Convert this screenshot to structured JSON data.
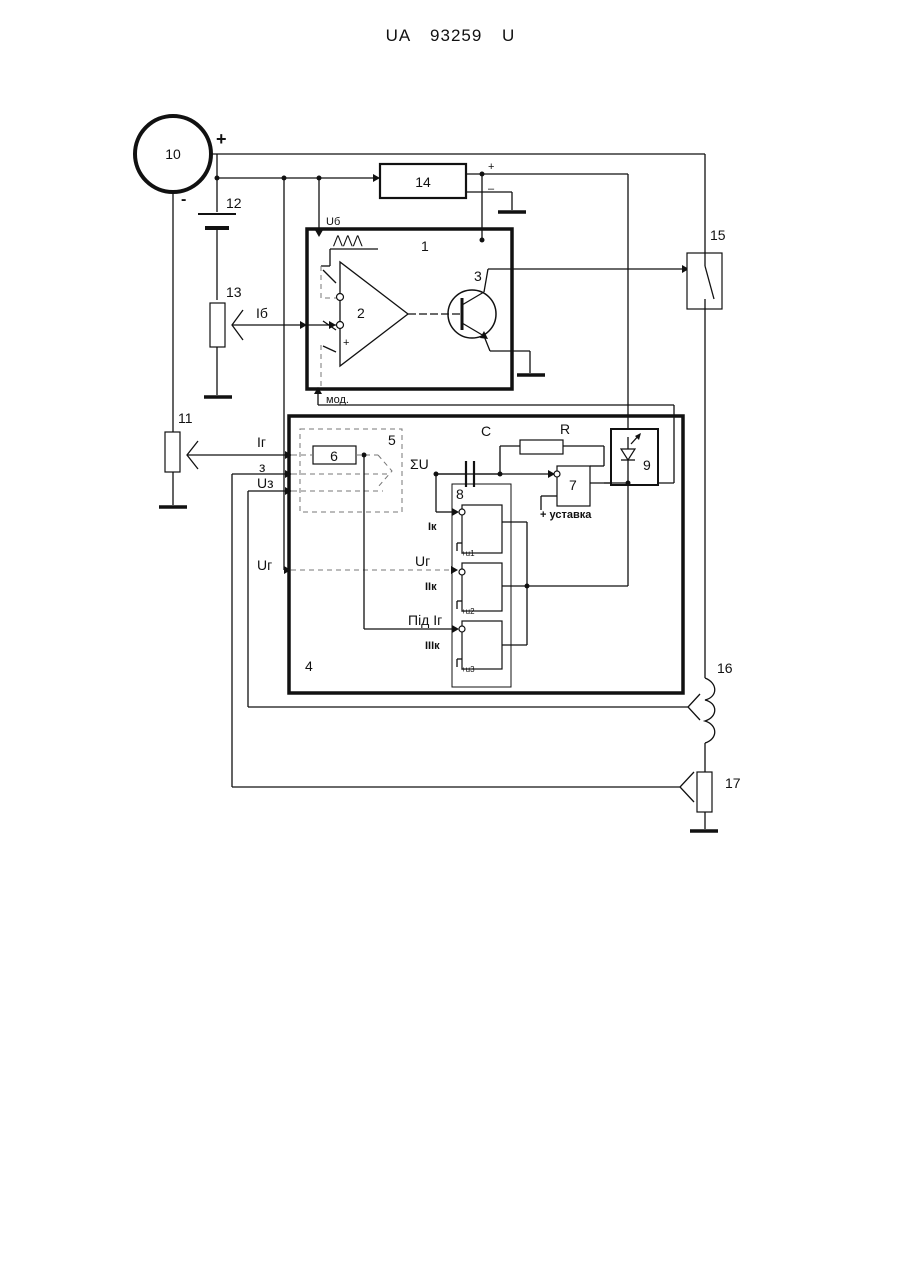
{
  "header": {
    "doc_number": "UA   93259   U"
  },
  "diagram": {
    "components": {
      "generator": "10",
      "battery": "12",
      "shunt": "13",
      "block_14": "14",
      "regulator": "1",
      "opamp": "2",
      "transistor": "3",
      "relay": "15",
      "resistor_11": "11",
      "controller": "4",
      "summer": "5",
      "block_6": "6",
      "comparator": "7",
      "comparator_group": "8",
      "indicator": "9",
      "coil": "16",
      "resistor_17": "17"
    },
    "labels": {
      "plus": "+",
      "minus": "-",
      "small_plus": "+",
      "small_minus": "–",
      "ub": "Uб",
      "ib": "Iб",
      "ig": "Iг",
      "three": "з",
      "uz": "Uз",
      "ug": "Uг",
      "sum_u": "ΣU",
      "cap": "C",
      "res": "R",
      "setpoint": "+ уставка",
      "ik1": "Iк",
      "ik2": "IIк",
      "ik3": "IIIк",
      "ug_inner": "Uг",
      "pid_ig": "Під Iг",
      "u1": "+u1",
      "u2": "+u2",
      "u3": "+u3",
      "mod": "мод.",
      "sawtooth": "⋀⋀⋀",
      "opamp_plus": "+"
    }
  }
}
